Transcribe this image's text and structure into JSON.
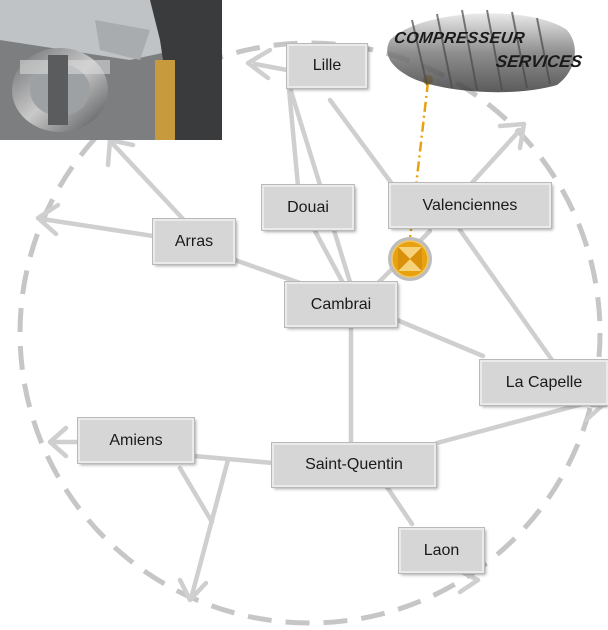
{
  "brand": {
    "line1": "COMPRESSEUR",
    "line2": "SERVICES",
    "accent": "#e8a20f"
  },
  "cities": {
    "lille": "Lille",
    "douai": "Douai",
    "valenciennes": "Valenciennes",
    "arras": "Arras",
    "cambrai": "Cambrai",
    "la_capelle": "La Capelle",
    "amiens": "Amiens",
    "saint_quentin": "Saint-Quentin",
    "laon": "Laon"
  },
  "colors": {
    "connector": "#cfcfcf",
    "circle": "#c6c6c6",
    "box": "#d6d6d6"
  },
  "icons": {
    "hub": "service-location-icon"
  }
}
